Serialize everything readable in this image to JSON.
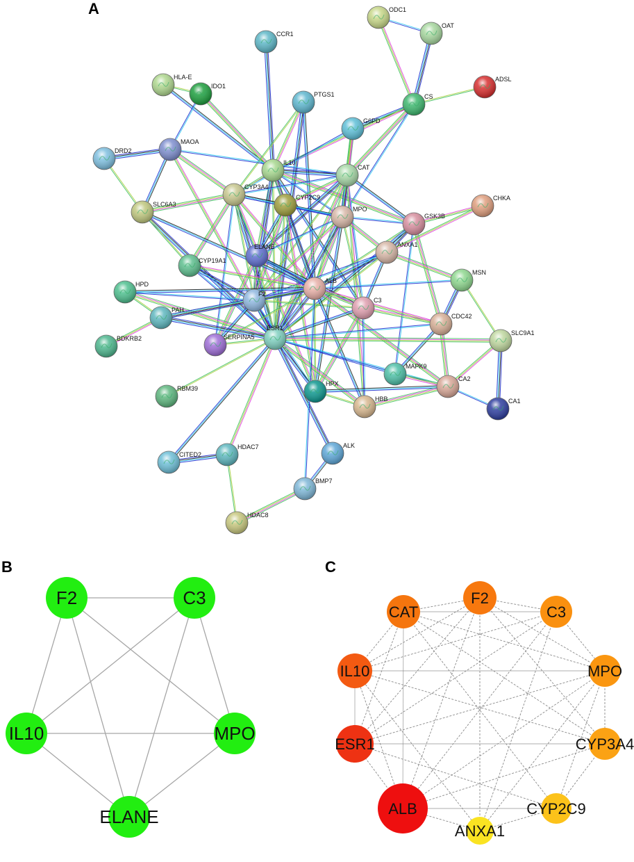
{
  "panels": {
    "a": {
      "label": "A",
      "nodes": [
        {
          "id": "ODC1",
          "label": "ODC1",
          "color": "#c8d88a"
        },
        {
          "id": "OAT",
          "label": "OAT",
          "color": "#a8d8a0"
        },
        {
          "id": "CCR1",
          "label": "CCR1",
          "color": "#5fb8c8"
        },
        {
          "id": "ADSL",
          "label": "ADSL",
          "color": "#d83030"
        },
        {
          "id": "HLA-E",
          "label": "HLA-E",
          "color": "#b0d890"
        },
        {
          "id": "IDO1",
          "label": "IDO1",
          "color": "#20a040"
        },
        {
          "id": "PTGS1",
          "label": "PTGS1",
          "color": "#60b8d0"
        },
        {
          "id": "CS",
          "label": "CS",
          "color": "#40b870"
        },
        {
          "id": "G6PD",
          "label": "G6PD",
          "color": "#60c0d8"
        },
        {
          "id": "DRD2",
          "label": "DRD2",
          "color": "#80c0e0"
        },
        {
          "id": "MAOA",
          "label": "MAOA",
          "color": "#8090d0"
        },
        {
          "id": "IL10",
          "label": "IL10",
          "color": "#a8d890"
        },
        {
          "id": "CAT",
          "label": "CAT",
          "color": "#a8d8a8"
        },
        {
          "id": "CYP3A4",
          "label": "CYP3A4",
          "color": "#c8c890"
        },
        {
          "id": "CYP2C9",
          "label": "CYP2C9",
          "color": "#a0a040"
        },
        {
          "id": "SLC6A3",
          "label": "SLC6A3",
          "color": "#c0c880"
        },
        {
          "id": "MPO",
          "label": "MPO",
          "color": "#d8b8a8"
        },
        {
          "id": "GSK3B",
          "label": "GSK3B",
          "color": "#d890a0"
        },
        {
          "id": "CHKA",
          "label": "CHKA",
          "color": "#e0a080"
        },
        {
          "id": "ANXA1",
          "label": "ANXA1",
          "color": "#d8b8a8"
        },
        {
          "id": "ELANE",
          "label": "ELANE",
          "color": "#6070d0"
        },
        {
          "id": "CYP19A1",
          "label": "CYP19A1",
          "color": "#60c090"
        },
        {
          "id": "HPD",
          "label": "HPD",
          "color": "#50c090"
        },
        {
          "id": "F2",
          "label": "F2",
          "color": "#90b8e0"
        },
        {
          "id": "ALB",
          "label": "ALB",
          "color": "#e8b0a8"
        },
        {
          "id": "C3",
          "label": "C3",
          "color": "#e0a0b0"
        },
        {
          "id": "MSN",
          "label": "MSN",
          "color": "#90d890"
        },
        {
          "id": "CDC42",
          "label": "CDC42",
          "color": "#d8b098"
        },
        {
          "id": "PAH",
          "label": "PAH",
          "color": "#60b8c0"
        },
        {
          "id": "BDKRB2",
          "label": "BDKRB2",
          "color": "#50b890"
        },
        {
          "id": "SERPINA5",
          "label": "SERPINA5",
          "color": "#a070d8"
        },
        {
          "id": "ESR1",
          "label": "ESR1",
          "color": "#80d0c0"
        },
        {
          "id": "SLC9A1",
          "label": "SLC9A1",
          "color": "#c0d8a0"
        },
        {
          "id": "MAPK9",
          "label": "MAPK9",
          "color": "#50c0a8"
        },
        {
          "id": "RBM39",
          "label": "RBM39",
          "color": "#60b880"
        },
        {
          "id": "HPX",
          "label": "HPX",
          "color": "#109890"
        },
        {
          "id": "HBB",
          "label": "HBB",
          "color": "#d8b890"
        },
        {
          "id": "CA2",
          "label": "CA2",
          "color": "#d8a898"
        },
        {
          "id": "CA1",
          "label": "CA1",
          "color": "#3040a0"
        },
        {
          "id": "CITED2",
          "label": "CITED2",
          "color": "#70c0d8"
        },
        {
          "id": "HDAC7",
          "label": "HDAC7",
          "color": "#60b8c0"
        },
        {
          "id": "ALK",
          "label": "ALK",
          "color": "#60a8d8"
        },
        {
          "id": "BMP7",
          "label": "BMP7",
          "color": "#80b8d8"
        },
        {
          "id": "HDAC8",
          "label": "HDAC8",
          "color": "#c8c880"
        }
      ],
      "edges": [
        [
          "ODC1",
          "OAT"
        ],
        [
          "ODC1",
          "CS"
        ],
        [
          "OAT",
          "CS"
        ],
        [
          "CS",
          "ADSL"
        ],
        [
          "CS",
          "G6PD"
        ],
        [
          "CS",
          "CAT"
        ],
        [
          "CS",
          "MPO"
        ],
        [
          "CS",
          "IL10"
        ],
        [
          "CCR1",
          "IL10"
        ],
        [
          "HLA-E",
          "IDO1"
        ],
        [
          "HLA-E",
          "IL10"
        ],
        [
          "IDO1",
          "IL10"
        ],
        [
          "IDO1",
          "MAOA"
        ],
        [
          "PTGS1",
          "IL10"
        ],
        [
          "PTGS1",
          "ESR1"
        ],
        [
          "PTGS1",
          "CYP3A4"
        ],
        [
          "PTGS1",
          "ALB"
        ],
        [
          "G6PD",
          "CAT"
        ],
        [
          "G6PD",
          "CYP3A4"
        ],
        [
          "G6PD",
          "MPO"
        ],
        [
          "DRD2",
          "MAOA"
        ],
        [
          "DRD2",
          "SLC6A3"
        ],
        [
          "MAOA",
          "SLC6A3"
        ],
        [
          "MAOA",
          "CYP3A4"
        ],
        [
          "MAOA",
          "CAT"
        ],
        [
          "MAOA",
          "ESR1"
        ],
        [
          "IL10",
          "CAT"
        ],
        [
          "IL10",
          "CYP3A4"
        ],
        [
          "IL10",
          "CYP2C9"
        ],
        [
          "IL10",
          "ALB"
        ],
        [
          "IL10",
          "MPO"
        ],
        [
          "IL10",
          "ELANE"
        ],
        [
          "IL10",
          "F2"
        ],
        [
          "IL10",
          "ESR1"
        ],
        [
          "IL10",
          "C3"
        ],
        [
          "IL10",
          "GSK3B"
        ],
        [
          "CAT",
          "CYP3A4"
        ],
        [
          "CAT",
          "CYP2C9"
        ],
        [
          "CAT",
          "MPO"
        ],
        [
          "CAT",
          "ALB"
        ],
        [
          "CAT",
          "GSK3B"
        ],
        [
          "CAT",
          "ESR1"
        ],
        [
          "CAT",
          "C3"
        ],
        [
          "CAT",
          "HBB"
        ],
        [
          "CAT",
          "ELANE"
        ],
        [
          "CAT",
          "F2"
        ],
        [
          "CYP3A4",
          "CYP2C9"
        ],
        [
          "CYP3A4",
          "CYP19A1"
        ],
        [
          "CYP3A4",
          "ELANE"
        ],
        [
          "CYP3A4",
          "ALB"
        ],
        [
          "CYP3A4",
          "ESR1"
        ],
        [
          "CYP3A4",
          "F2"
        ],
        [
          "CYP3A4",
          "MPO"
        ],
        [
          "CYP3A4",
          "SLC6A3"
        ],
        [
          "CYP3A4",
          "SERPINA5"
        ],
        [
          "CYP3A4",
          "HPX"
        ],
        [
          "CYP2C9",
          "ALB"
        ],
        [
          "CYP2C9",
          "ESR1"
        ],
        [
          "CYP2C9",
          "ELANE"
        ],
        [
          "CYP2C9",
          "F2"
        ],
        [
          "CYP2C9",
          "MPO"
        ],
        [
          "CYP2C9",
          "HPX"
        ],
        [
          "SLC6A3",
          "ESR1"
        ],
        [
          "SLC6A3",
          "CYP19A1"
        ],
        [
          "SLC6A3",
          "ALB"
        ],
        [
          "MPO",
          "ALB"
        ],
        [
          "MPO",
          "ELANE"
        ],
        [
          "MPO",
          "F2"
        ],
        [
          "MPO",
          "ESR1"
        ],
        [
          "MPO",
          "C3"
        ],
        [
          "MPO",
          "HPX"
        ],
        [
          "MPO",
          "ANXA1"
        ],
        [
          "MPO",
          "GSK3B"
        ],
        [
          "GSK3B",
          "CHKA"
        ],
        [
          "GSK3B",
          "ANXA1"
        ],
        [
          "GSK3B",
          "ALB"
        ],
        [
          "GSK3B",
          "ESR1"
        ],
        [
          "GSK3B",
          "CDC42"
        ],
        [
          "GSK3B",
          "MAPK9"
        ],
        [
          "CHKA",
          "ANXA1"
        ],
        [
          "ANXA1",
          "ALB"
        ],
        [
          "ANXA1",
          "ESR1"
        ],
        [
          "ANXA1",
          "C3"
        ],
        [
          "ANXA1",
          "MSN"
        ],
        [
          "ANXA1",
          "F2"
        ],
        [
          "ELANE",
          "F2"
        ],
        [
          "ELANE",
          "ALB"
        ],
        [
          "ELANE",
          "ESR1"
        ],
        [
          "ELANE",
          "C3"
        ],
        [
          "ELANE",
          "SERPINA5"
        ],
        [
          "CYP19A1",
          "ESR1"
        ],
        [
          "CYP19A1",
          "ALB"
        ],
        [
          "CYP19A1",
          "F2"
        ],
        [
          "HPD",
          "PAH"
        ],
        [
          "HPD",
          "ALB"
        ],
        [
          "HPD",
          "ESR1"
        ],
        [
          "HPD",
          "F2"
        ],
        [
          "F2",
          "ALB"
        ],
        [
          "F2",
          "ESR1"
        ],
        [
          "F2",
          "C3"
        ],
        [
          "F2",
          "SERPINA5"
        ],
        [
          "F2",
          "PAH"
        ],
        [
          "F2",
          "HPX"
        ],
        [
          "ALB",
          "C3"
        ],
        [
          "ALB",
          "ESR1"
        ],
        [
          "ALB",
          "HPX"
        ],
        [
          "ALB",
          "HBB"
        ],
        [
          "ALB",
          "CA2"
        ],
        [
          "ALB",
          "MSN"
        ],
        [
          "ALB",
          "CDC42"
        ],
        [
          "ALB",
          "PAH"
        ],
        [
          "ALB",
          "SERPINA5"
        ],
        [
          "C3",
          "ESR1"
        ],
        [
          "C3",
          "HPX"
        ],
        [
          "C3",
          "HBB"
        ],
        [
          "C3",
          "CDC42"
        ],
        [
          "MSN",
          "CDC42"
        ],
        [
          "MSN",
          "SLC9A1"
        ],
        [
          "CDC42",
          "MAPK9"
        ],
        [
          "CDC42",
          "CA2"
        ],
        [
          "CDC42",
          "ESR1"
        ],
        [
          "PAH",
          "BDKRB2"
        ],
        [
          "PAH",
          "ESR1"
        ],
        [
          "ESR1",
          "SERPINA5"
        ],
        [
          "ESR1",
          "HPX"
        ],
        [
          "ESR1",
          "HBB"
        ],
        [
          "ESR1",
          "MAPK9"
        ],
        [
          "ESR1",
          "HDAC7"
        ],
        [
          "ESR1",
          "ALK"
        ],
        [
          "ESR1",
          "RBM39"
        ],
        [
          "ESR1",
          "CITED2"
        ],
        [
          "ESR1",
          "SLC9A1"
        ],
        [
          "ESR1",
          "CA2"
        ],
        [
          "SLC9A1",
          "CA2"
        ],
        [
          "SLC9A1",
          "CA1"
        ],
        [
          "HPX",
          "HBB"
        ],
        [
          "HPX",
          "CA2"
        ],
        [
          "HBB",
          "CA2"
        ],
        [
          "CA2",
          "CA1"
        ],
        [
          "CA2",
          "MAPK9"
        ],
        [
          "CITED2",
          "HDAC7"
        ],
        [
          "HDAC7",
          "HDAC8"
        ],
        [
          "ALK",
          "BMP7"
        ],
        [
          "BMP7",
          "HDAC8"
        ],
        [
          "BMP7",
          "ALB"
        ]
      ],
      "edge_colors": [
        "#30c8f0",
        "#e040e0",
        "#2030d0",
        "#a8d040",
        "#202020",
        "#40c060"
      ]
    },
    "b": {
      "label": "B",
      "node_color": "#22ee11",
      "edge_color": "#a6a6a6",
      "nodes": [
        {
          "id": "F2",
          "label": "F2"
        },
        {
          "id": "C3",
          "label": "C3"
        },
        {
          "id": "IL10",
          "label": "IL10"
        },
        {
          "id": "MPO",
          "label": "MPO"
        },
        {
          "id": "ELANE",
          "label": "ELANE"
        }
      ],
      "edges": [
        [
          "F2",
          "C3"
        ],
        [
          "F2",
          "IL10"
        ],
        [
          "F2",
          "MPO"
        ],
        [
          "F2",
          "ELANE"
        ],
        [
          "C3",
          "IL10"
        ],
        [
          "C3",
          "MPO"
        ],
        [
          "C3",
          "ELANE"
        ],
        [
          "IL10",
          "MPO"
        ],
        [
          "IL10",
          "ELANE"
        ],
        [
          "MPO",
          "ELANE"
        ]
      ]
    },
    "c": {
      "label": "C",
      "edge_color": "#8a8a8a",
      "nodes": [
        {
          "id": "F2",
          "label": "F2",
          "color": "#f7780e"
        },
        {
          "id": "CAT",
          "label": "CAT",
          "color": "#f5750e"
        },
        {
          "id": "C3",
          "label": "C3",
          "color": "#fa900f"
        },
        {
          "id": "IL10",
          "label": "IL10",
          "color": "#f35a12"
        },
        {
          "id": "MPO",
          "label": "MPO",
          "color": "#fa9610"
        },
        {
          "id": "ESR1",
          "label": "ESR1",
          "color": "#ee3213"
        },
        {
          "id": "CYP3A4",
          "label": "CYP3A4",
          "color": "#fba214"
        },
        {
          "id": "ALB",
          "label": "ALB",
          "color": "#ee0f0f"
        },
        {
          "id": "CYP2C9",
          "label": "CYP2C9",
          "color": "#fcc21a"
        },
        {
          "id": "ANXA1",
          "label": "ANXA1",
          "color": "#fae322"
        }
      ],
      "edges": [
        {
          "s": "CAT",
          "t": "F2",
          "style": "dashed"
        },
        {
          "s": "CAT",
          "t": "C3",
          "style": "solid"
        },
        {
          "s": "CAT",
          "t": "IL10",
          "style": "dashed"
        },
        {
          "s": "CAT",
          "t": "MPO",
          "style": "dashed"
        },
        {
          "s": "CAT",
          "t": "ESR1",
          "style": "dashed"
        },
        {
          "s": "CAT",
          "t": "ALB",
          "style": "solid"
        },
        {
          "s": "CAT",
          "t": "CYP3A4",
          "style": "dashed"
        },
        {
          "s": "CAT",
          "t": "CYP2C9",
          "style": "dashed"
        },
        {
          "s": "F2",
          "t": "C3",
          "style": "dashed"
        },
        {
          "s": "F2",
          "t": "IL10",
          "style": "dashed"
        },
        {
          "s": "F2",
          "t": "MPO",
          "style": "dashed"
        },
        {
          "s": "F2",
          "t": "ALB",
          "style": "dashed"
        },
        {
          "s": "F2",
          "t": "ESR1",
          "style": "dashed"
        },
        {
          "s": "F2",
          "t": "CYP3A4",
          "style": "dashed"
        },
        {
          "s": "F2",
          "t": "ANXA1",
          "style": "dashed"
        },
        {
          "s": "C3",
          "t": "IL10",
          "style": "dashed"
        },
        {
          "s": "C3",
          "t": "MPO",
          "style": "dashed"
        },
        {
          "s": "C3",
          "t": "ALB",
          "style": "dashed"
        },
        {
          "s": "C3",
          "t": "ESR1",
          "style": "dashed"
        },
        {
          "s": "C3",
          "t": "ANXA1",
          "style": "dashed"
        },
        {
          "s": "IL10",
          "t": "MPO",
          "style": "solid"
        },
        {
          "s": "IL10",
          "t": "ESR1",
          "style": "solid"
        },
        {
          "s": "IL10",
          "t": "ALB",
          "style": "dashed"
        },
        {
          "s": "IL10",
          "t": "CYP3A4",
          "style": "dashed"
        },
        {
          "s": "IL10",
          "t": "ANXA1",
          "style": "dashed"
        },
        {
          "s": "MPO",
          "t": "ALB",
          "style": "dashed"
        },
        {
          "s": "MPO",
          "t": "ESR1",
          "style": "dashed"
        },
        {
          "s": "MPO",
          "t": "CYP2C9",
          "style": "dashed"
        },
        {
          "s": "MPO",
          "t": "ANXA1",
          "style": "dashed"
        },
        {
          "s": "MPO",
          "t": "CYP3A4",
          "style": "dashed"
        },
        {
          "s": "ESR1",
          "t": "CYP3A4",
          "style": "solid"
        },
        {
          "s": "ESR1",
          "t": "ALB",
          "style": "dashed"
        },
        {
          "s": "ESR1",
          "t": "CYP2C9",
          "style": "dashed"
        },
        {
          "s": "ALB",
          "t": "CYP3A4",
          "style": "dashed"
        },
        {
          "s": "ALB",
          "t": "CYP2C9",
          "style": "solid"
        },
        {
          "s": "ALB",
          "t": "ANXA1",
          "style": "dashed"
        },
        {
          "s": "CYP3A4",
          "t": "CYP2C9",
          "style": "dashed"
        },
        {
          "s": "CYP2C9",
          "t": "ANXA1",
          "style": "dashed"
        }
      ]
    }
  }
}
